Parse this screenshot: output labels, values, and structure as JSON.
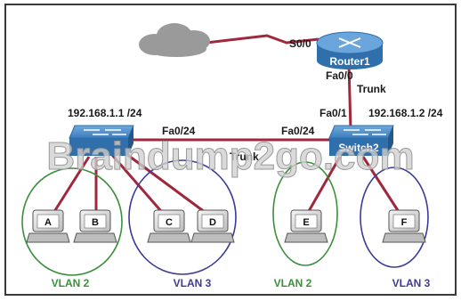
{
  "colors": {
    "link": "#a0283c",
    "vlan2": "#3a8f3a",
    "vlan3": "#3c3c96",
    "device": "#3d7fbf",
    "pc": "#cfcfcf",
    "cloud": "#9a9a9a",
    "border": "#3a3a3a"
  },
  "router": {
    "name": "Router1",
    "icon": "router-icon"
  },
  "switch2_label": "Switch2",
  "labels": {
    "s00": "S0/0",
    "r_fa00": "Fa0/0",
    "trunk_v": "Trunk",
    "sw2_fa01": "Fa0/1",
    "sw2_ip": "192.168.1.2 /24",
    "sw1_ip": "192.168.1.1 /24",
    "sw1_fa024": "Fa0/24",
    "sw2_fa024": "Fa0/24",
    "trunk_h": "Trunk"
  },
  "pcs": [
    "A",
    "B",
    "C",
    "D",
    "E",
    "F"
  ],
  "vlans": [
    "VLAN 2",
    "VLAN 3",
    "VLAN 2",
    "VLAN 3"
  ],
  "watermark": "Braindump2go.com"
}
